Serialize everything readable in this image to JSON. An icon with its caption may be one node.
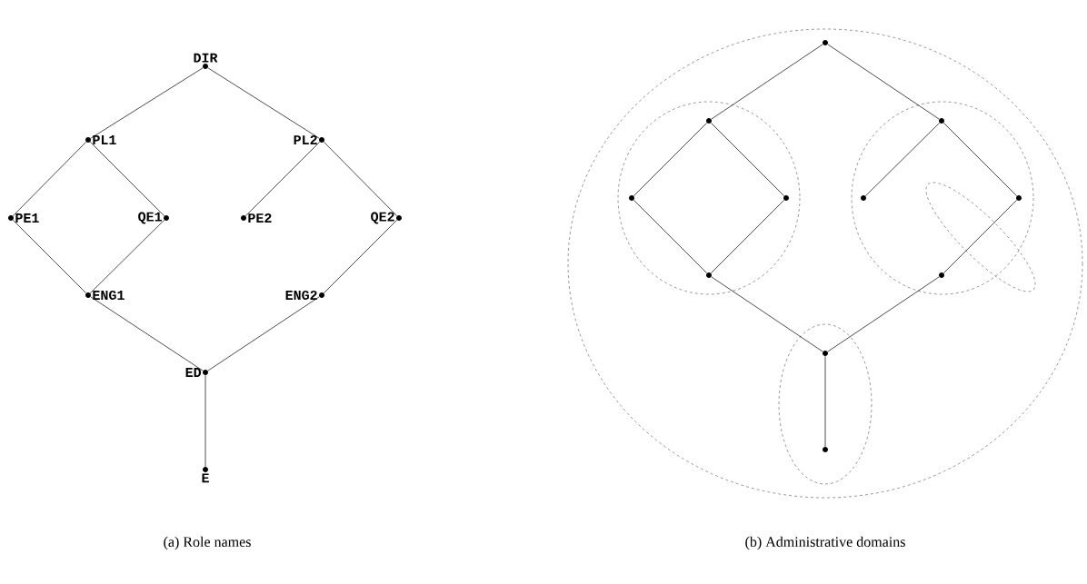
{
  "diagram": {
    "nodes": [
      {
        "text": [
          "DIR"
        ]
      },
      {
        "text": [
          "PL1"
        ]
      },
      {
        "text": [
          "PL2"
        ]
      },
      {
        "text": [
          "PE1"
        ]
      },
      {
        "text": [
          "QE1"
        ]
      },
      {
        "text": [
          "PE2"
        ]
      },
      {
        "text": [
          "QE2"
        ]
      },
      {
        "text": [
          "ENG1"
        ]
      },
      {
        "text": [
          "ENG2"
        ]
      },
      {
        "text": [
          "ED"
        ]
      },
      {
        "text": [
          "E"
        ]
      },
      {
        "text": [],
        "shape": "circle"
      },
      {
        "text": [],
        "shape": "circle"
      },
      {
        "text": [],
        "shape": "circle"
      },
      {
        "text": [],
        "shape": "circle"
      },
      {
        "text": [],
        "shape": "circle"
      },
      {
        "text": [],
        "shape": "circle"
      },
      {
        "text": [],
        "shape": "circle"
      },
      {
        "text": [],
        "shape": "circle"
      },
      {
        "text": [],
        "shape": "circle"
      },
      {
        "text": [],
        "shape": "circle"
      },
      {
        "text": [],
        "shape": "circle"
      }
    ],
    "edges": [
      {
        "from": 0,
        "to": 1,
        "arrow": "none"
      },
      {
        "from": 0,
        "to": 2,
        "arrow": "none"
      },
      {
        "from": 1,
        "to": 3,
        "arrow": "none"
      },
      {
        "from": 1,
        "to": 4,
        "arrow": "none"
      },
      {
        "from": 2,
        "to": 5,
        "arrow": "none"
      },
      {
        "from": 2,
        "to": 6,
        "arrow": "none"
      },
      {
        "from": 3,
        "to": 7,
        "arrow": "none"
      },
      {
        "from": 4,
        "to": 7,
        "arrow": "none"
      },
      {
        "from": 6,
        "to": 8,
        "arrow": "none"
      },
      {
        "from": 7,
        "to": 9,
        "arrow": "none"
      },
      {
        "from": 8,
        "to": 9,
        "arrow": "none"
      },
      {
        "from": 9,
        "to": 10,
        "arrow": "none"
      },
      {
        "from": 11,
        "to": 12,
        "arrow": "none"
      },
      {
        "from": 11,
        "to": 13,
        "arrow": "none"
      },
      {
        "from": 12,
        "to": 14,
        "arrow": "none"
      },
      {
        "from": 12,
        "to": 15,
        "arrow": "none"
      },
      {
        "from": 13,
        "to": 16,
        "arrow": "none"
      },
      {
        "from": 13,
        "to": 17,
        "arrow": "none"
      },
      {
        "from": 14,
        "to": 18,
        "arrow": "none"
      },
      {
        "from": 15,
        "to": 18,
        "arrow": "none"
      },
      {
        "from": 17,
        "to": 19,
        "arrow": "none"
      },
      {
        "from": 18,
        "to": 20,
        "arrow": "none"
      },
      {
        "from": 19,
        "to": 20,
        "arrow": "none"
      },
      {
        "from": 20,
        "to": 21,
        "arrow": "none"
      }
    ],
    "labels": [
      "(a) Role names",
      "(b) Administrative domains"
    ]
  }
}
